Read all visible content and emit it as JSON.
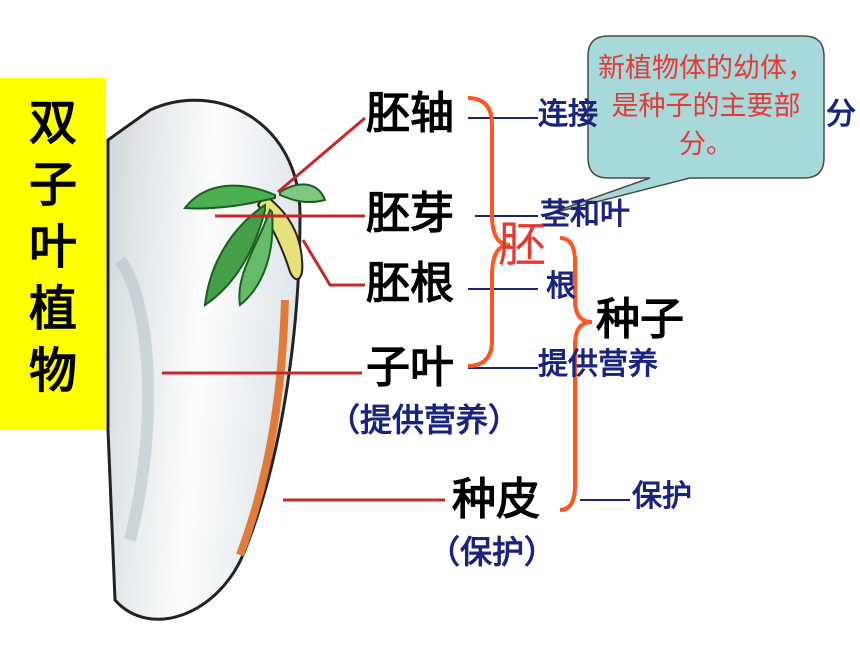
{
  "title": {
    "chars": [
      "双",
      "子",
      "叶",
      "植",
      "物"
    ]
  },
  "parts": {
    "hypocotyl": "胚轴",
    "plumule": "胚芽",
    "radicle": "胚根",
    "cotyledon": "子叶",
    "seed_coat": "种皮"
  },
  "functions": {
    "hypocotyl": "连接",
    "hypocotyl_tail": "分",
    "plumule": "茎和叶",
    "radicle": "根",
    "cotyledon": "提供营养",
    "seed_coat": "保护"
  },
  "paren_notes": {
    "cotyledon": "（提供营养）",
    "seed_coat": "（保护）"
  },
  "groups": {
    "embryo": "胚",
    "seed": "种子"
  },
  "callout": {
    "text": "新植物体的幼体，是种子的主要部分。"
  },
  "colors": {
    "title_bg": "#ffff00",
    "leader_line": "#c62828",
    "brace": "#ff5722",
    "function_text": "#1a237e",
    "callout_fill": "#a7d9da",
    "callout_text": "#e53935",
    "seed_outline": "#222222",
    "leaf": "#4caf50"
  }
}
